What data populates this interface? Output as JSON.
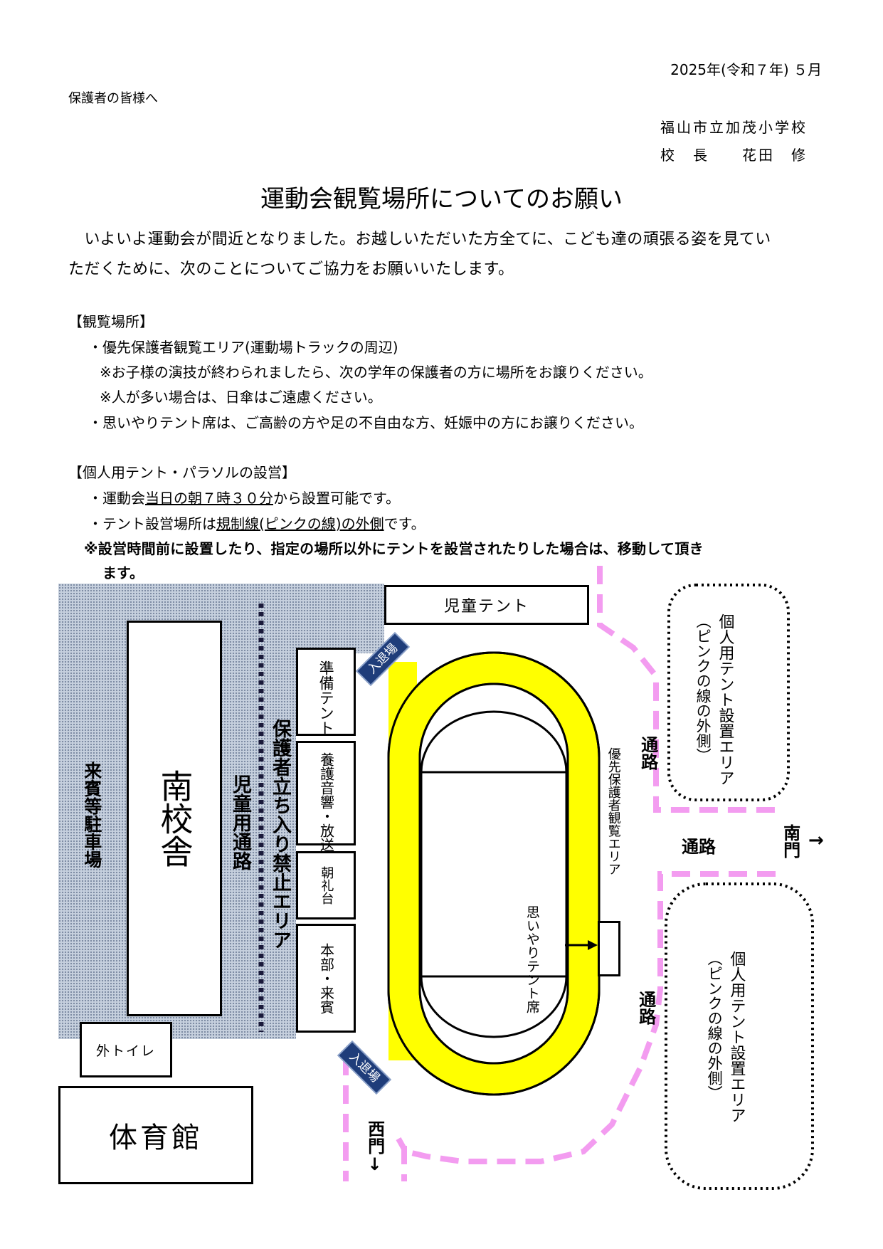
{
  "header": {
    "date": "2025年(令和７年) ５月",
    "addressee": "保護者の皆様へ",
    "school": "福山市立加茂小学校",
    "principal": "校　長　　花田　修"
  },
  "title": "運動会観覧場所についてのお願い",
  "intro": {
    "line1": "　いよいよ運動会が間近となりました。お越しいただいた方全てに、こども達の頑張る姿を見てい",
    "line2": "ただくために、次のことについてご協力をお願いいたします。"
  },
  "viewing": {
    "heading": "【観覧場所】",
    "item1": "・優先保護者観覧エリア(運動場トラックの周辺)",
    "note1": "※お子様の演技が終わられましたら、次の学年の保護者の方に場所をお譲りください。",
    "note2": "※人が多い場合は、日傘はご遠慮ください。",
    "item2": "・思いやりテント席は、ご高齢の方や足の不自由な方、妊娠中の方にお譲りください。"
  },
  "tent": {
    "heading": "【個人用テント・パラソルの設営】",
    "item1_pre": "・運動会",
    "item1_u": "当日の朝７時３０分",
    "item1_post": "から設置可能です。",
    "item2_pre": "・テント設営場所は",
    "item2_u": "規制線(ピンクの線)の外側",
    "item2_post": "です。",
    "warning1": "※設営時間前に設置したり、指定の場所以外にテントを設営されたりした場合は、移動して頂き",
    "warning2": "ます。"
  },
  "map": {
    "children_tent": "児童テント",
    "prep_tent": "準備テント",
    "care_broadcast": "養護音響・放送",
    "morning_stage": "朝礼台",
    "hq_guests": "本部・来賓",
    "south_building": "南校舎",
    "guest_parking": "来賓等駐車場",
    "children_path": "児童用通路",
    "no_entry": "保護者立ち入り禁止エリア",
    "outdoor_toilet": "外トイレ",
    "gym": "体育館",
    "entry_exit_top": "入退場",
    "entry_exit_bottom": "入退場",
    "priority_area": "優先保護者観覧エリア",
    "omoiyari": "思いやりテント席",
    "path_upper": "通路",
    "path_middle": "通路",
    "path_lower": "通路",
    "south_gate": "南門",
    "south_gate_arrow": "→",
    "west_gate": "西門↓",
    "personal_area_top_title": "個人用テント設置エリア",
    "personal_area_top_note": "（ピンクの線の外側）",
    "personal_area_bottom_title": "個人用テント設置エリア",
    "personal_area_bottom_note": "（ピンクの線の外側）",
    "colors": {
      "pink": "#f39cf0",
      "yellow": "#ffff00",
      "navy": "#1f3d7a"
    }
  }
}
